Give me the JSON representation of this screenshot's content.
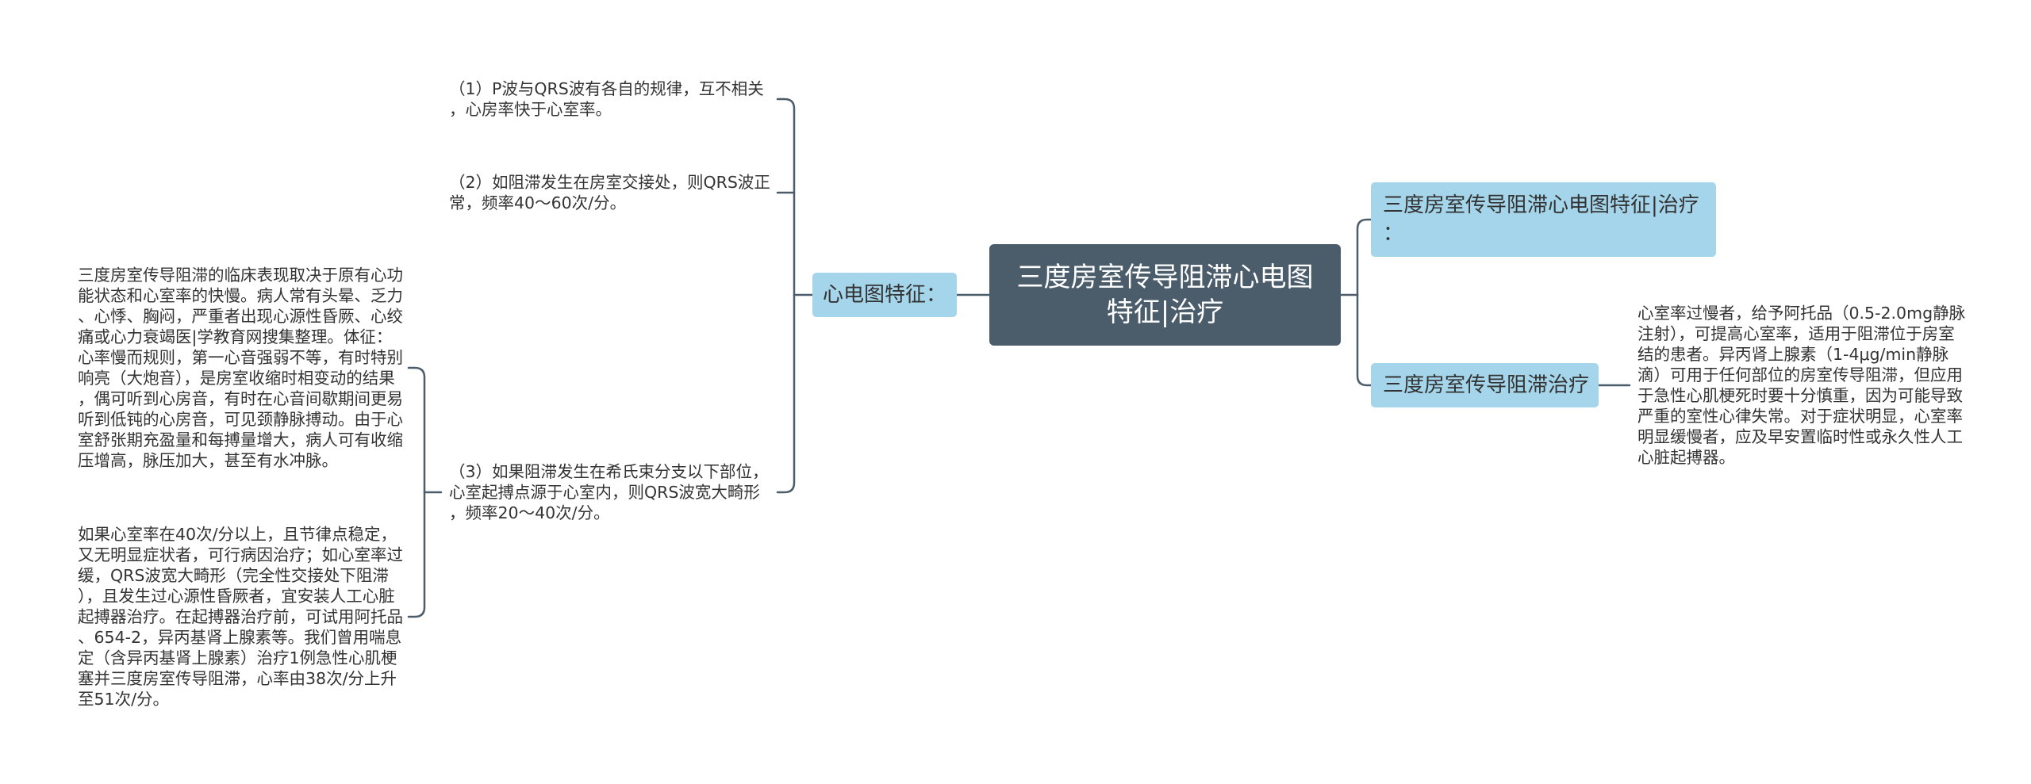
{
  "colors": {
    "central_fill": "#4b5c6b",
    "branch_fill": "#a5d5ea",
    "connector": "#4b5c6b",
    "leaf_text": "#333333"
  },
  "central_topic": {
    "lines": [
      "三度房室传导阻滞心电图",
      "特征|治疗"
    ]
  },
  "left_branch": {
    "label": "心电图特征：",
    "items": [
      {
        "lines": [
          "（1）P波与QRS波有各自的规律，互不相关",
          "，心房率快于心室率。"
        ]
      },
      {
        "lines": [
          "（2）如阻滞发生在房室交接处，则QRS波正",
          "常，频率40～60次/分。"
        ]
      },
      {
        "lines": [
          "（3）如果阻滞发生在希氏束分支以下部位，",
          "心室起搏点源于心室内，则QRS波宽大畸形",
          "，频率20～40次/分。"
        ],
        "items": [
          {
            "lines": [
              "三度房室传导阻滞的临床表现取决于原有心功",
              "能状态和心室率的快慢。病人常有头晕、乏力",
              "、心悸、胸闷，严重者出现心源性昏厥、心绞",
              "痛或心力衰竭医|学教育网搜集整理。体征：",
              "心率慢而规则，第一心音强弱不等，有时特别",
              "响亮（大炮音），是房室收缩时相变动的结果",
              "，偶可听到心房音，有时在心音间歇期间更易",
              "听到低钝的心房音，可见颈静脉搏动。由于心",
              "室舒张期充盈量和每搏量增大，病人可有收缩",
              "压增高，脉压加大，甚至有水冲脉。"
            ]
          },
          {
            "lines": [
              "如果心室率在40次/分以上，且节律点稳定，",
              "又无明显症状者，可行病因治疗；如心室率过",
              "缓，QRS波宽大畸形（完全性交接处下阻滞",
              "），且发生过心源性昏厥者，宜安装人工心脏",
              "起搏器治疗。在起搏器治疗前，可试用阿托品",
              "、654-2，异丙基肾上腺素等。我们曾用喘息",
              "定（含异丙基肾上腺素）治疗1例急性心肌梗",
              "塞并三度房室传导阻滞，心率由38次/分上升",
              "至51次/分。"
            ]
          }
        ]
      }
    ]
  },
  "right_branches": [
    {
      "lines": [
        "三度房室传导阻滞心电图特征|治疗",
        "："
      ]
    },
    {
      "label": "三度房室传导阻滞治疗",
      "items": [
        {
          "lines": [
            "心室率过慢者，给予阿托品（0.5-2.0mg静脉",
            "注射），可提高心室率，适用于阻滞位于房室",
            "结的患者。异丙肾上腺素（1-4μg/min静脉",
            "滴）可用于任何部位的房室传导阻滞，但应用",
            "于急性心肌梗死时要十分慎重，因为可能导致",
            "严重的室性心律失常。对于症状明显，心室率",
            "明显缓慢者，应及早安置临时性或永久性人工",
            "心脏起搏器。"
          ]
        }
      ]
    }
  ]
}
